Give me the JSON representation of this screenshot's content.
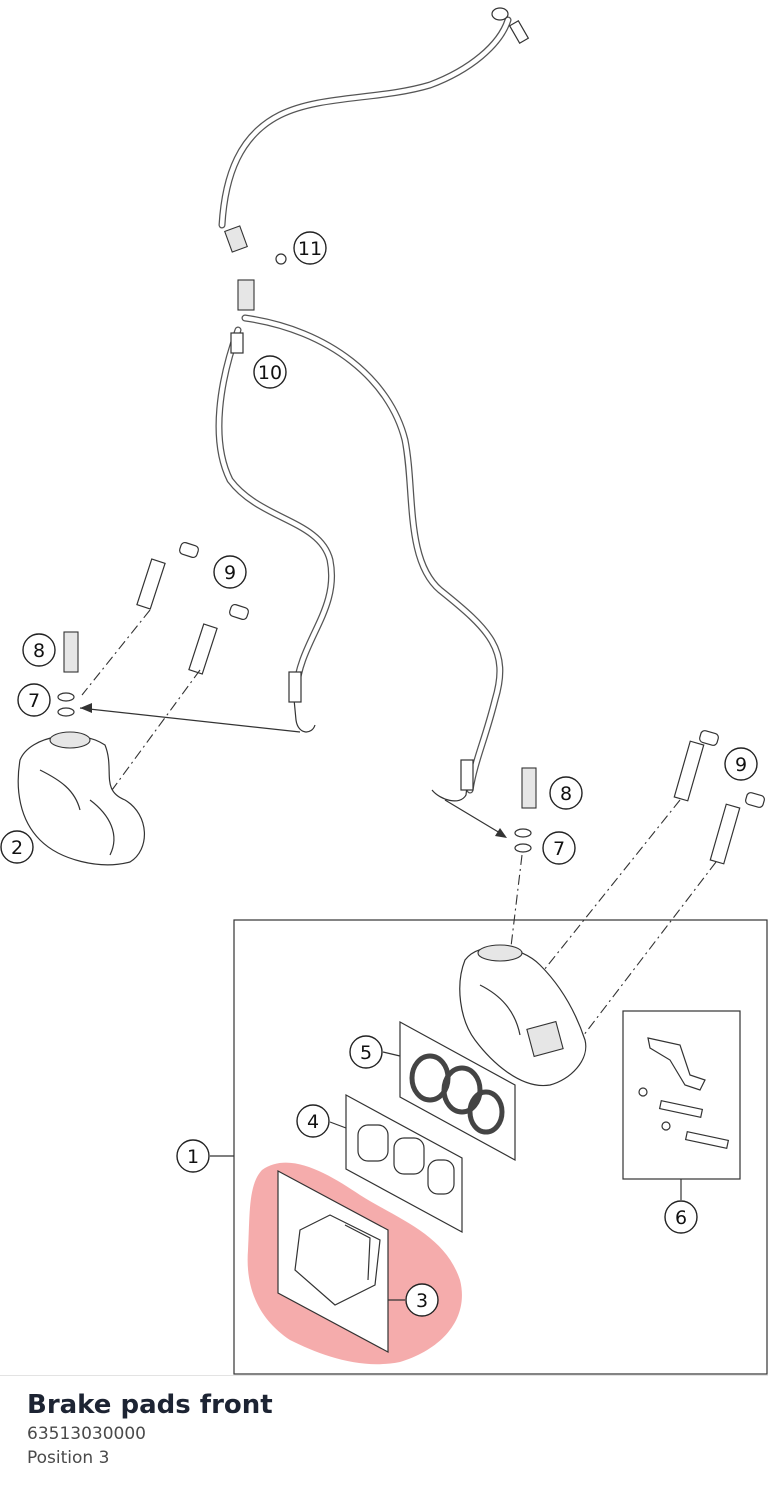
{
  "part": {
    "name": "Brake pads front",
    "number": "63513030000",
    "position": "Position 3"
  },
  "callouts": {
    "c1": "1",
    "c2": "2",
    "c3": "3",
    "c4": "4",
    "c5": "5",
    "c6": "6",
    "c7a": "7",
    "c7b": "7",
    "c8a": "8",
    "c8b": "8",
    "c9a": "9",
    "c9b": "9",
    "c10": "10",
    "c11": "11"
  },
  "colors": {
    "highlight": "#f08080"
  }
}
